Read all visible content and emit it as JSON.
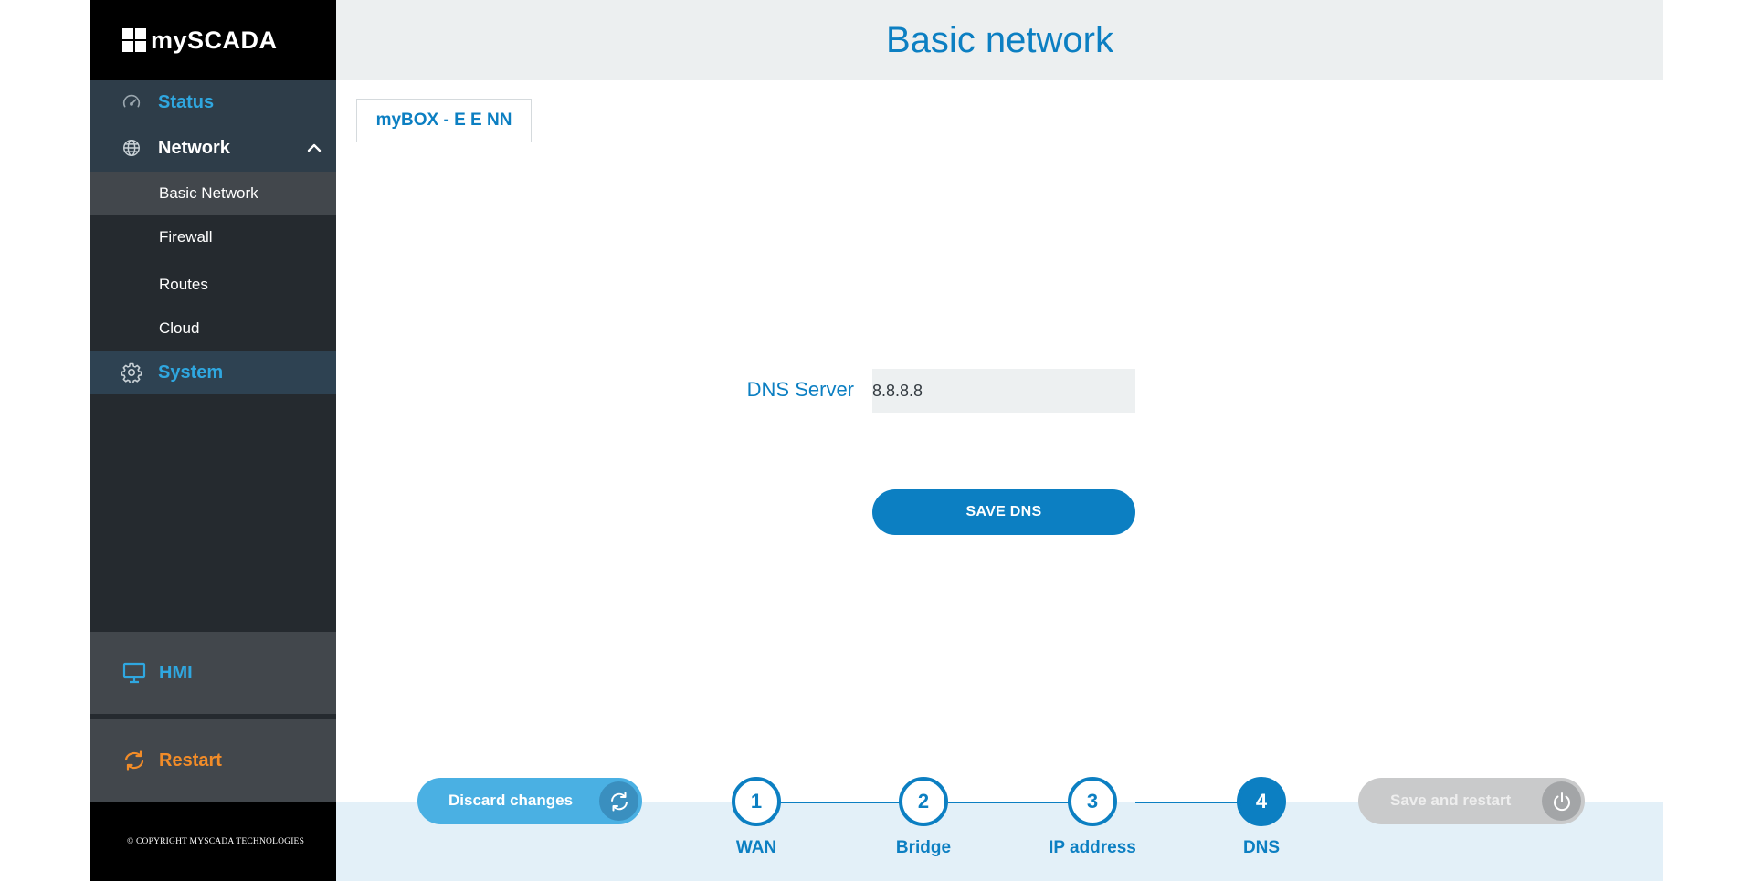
{
  "brand": {
    "name": "mySCADA"
  },
  "sidebar": {
    "items": [
      {
        "label": "Status",
        "icon": "speedometer-icon"
      },
      {
        "label": "Network",
        "icon": "globe-icon",
        "expanded": true
      },
      {
        "label": "System",
        "icon": "gear-icon"
      }
    ],
    "network_sub": [
      {
        "label": "Basic Network",
        "selected": true
      },
      {
        "label": "Firewall"
      },
      {
        "label": "Routes"
      },
      {
        "label": "Cloud"
      }
    ],
    "hmi": {
      "label": "HMI",
      "icon": "monitor-icon"
    },
    "restart": {
      "label": "Restart",
      "icon": "refresh-icon"
    },
    "copyright": "© COPYRIGHT MYSCADA TECHNOLOGIES"
  },
  "header": {
    "title": "Basic network"
  },
  "device_tab": {
    "label": "myBOX - E E NN"
  },
  "dns": {
    "label": "DNS Server",
    "value": "8.8.8.8",
    "save_label": "SAVE DNS"
  },
  "wizard": {
    "discard_label": "Discard changes",
    "save_restart_label": "Save and restart",
    "current_step": 4,
    "steps": [
      {
        "number": "1",
        "label": "WAN"
      },
      {
        "number": "2",
        "label": "Bridge"
      },
      {
        "number": "3",
        "label": "IP address"
      },
      {
        "number": "4",
        "label": "DNS"
      }
    ]
  },
  "colors": {
    "accent": "#0c7fc2",
    "sidebar_link": "#2fa7e0",
    "restart": "#f28c28",
    "sidebar_bg": "#252a2f"
  }
}
